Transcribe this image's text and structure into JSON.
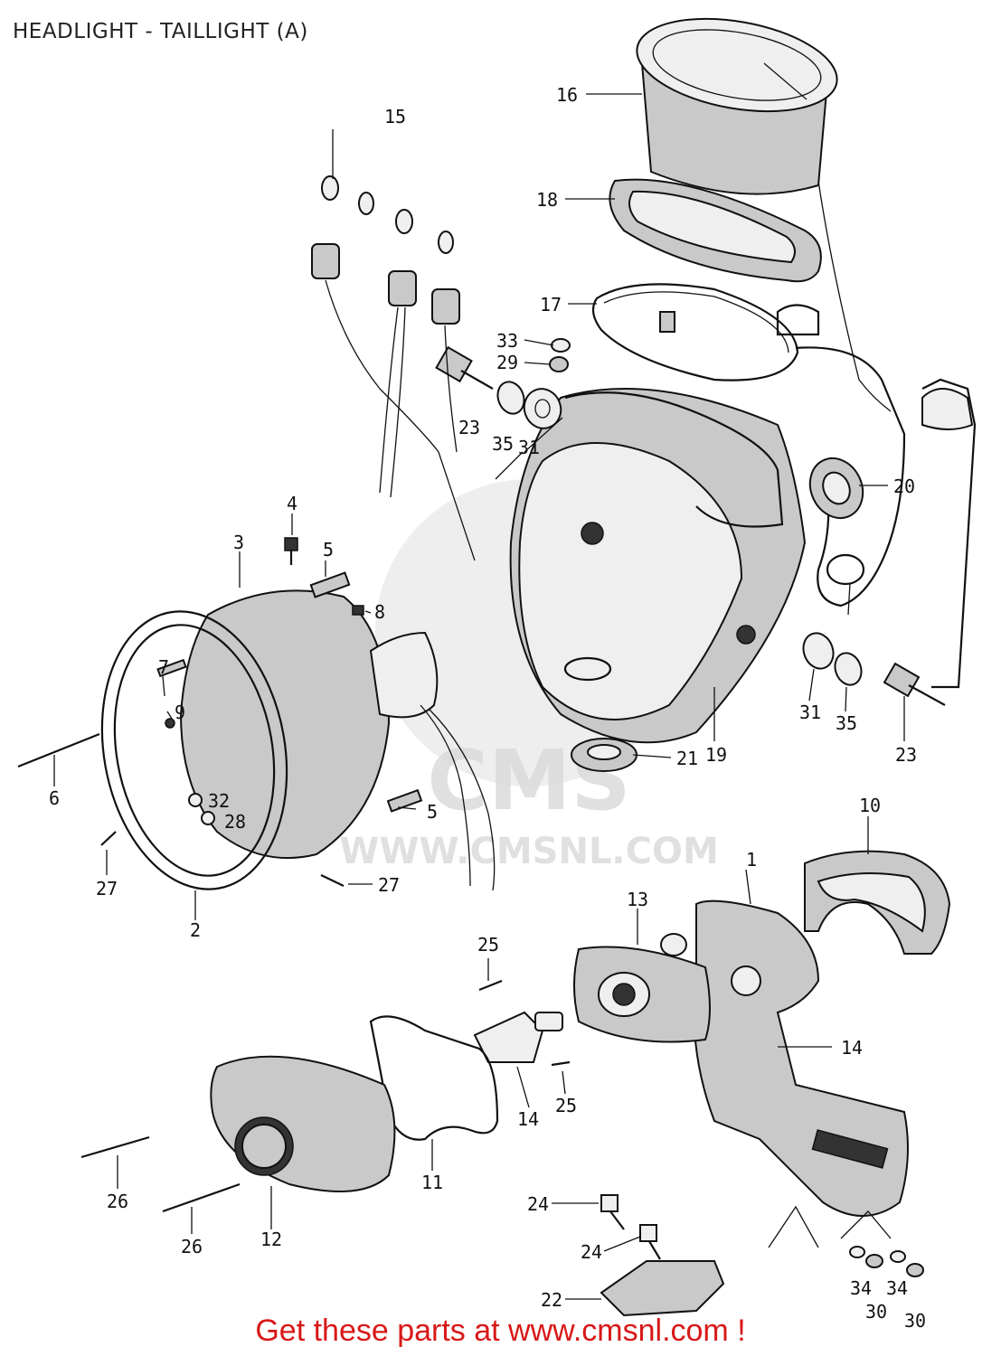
{
  "title": "HEADLIGHT - TAILLIGHT (A)",
  "watermark_text": "WWW.CMSNL.COM",
  "watermark_logo": "CMS",
  "banner": "Get these parts at www.cmsnl.com !",
  "labels": {
    "l1": "1",
    "l2": "2",
    "l3": "3",
    "l4": "4",
    "l5a": "5",
    "l5b": "5",
    "l6": "6",
    "l7": "7",
    "l8": "8",
    "l9": "9",
    "l10": "10",
    "l11": "11",
    "l12": "12",
    "l13": "13",
    "l14a": "14",
    "l14b": "14",
    "l15": "15",
    "l16": "16",
    "l17": "17",
    "l18": "18",
    "l19": "19",
    "l20": "20",
    "l21": "21",
    "l22": "22",
    "l23a": "23",
    "l23b": "23",
    "l24a": "24",
    "l24b": "24",
    "l25a": "25",
    "l25b": "25",
    "l26a": "26",
    "l26b": "26",
    "l27a": "27",
    "l27b": "27",
    "l28": "28",
    "l29": "29",
    "l30a": "30",
    "l30b": "30",
    "l31a": "31",
    "l31b": "31",
    "l32": "32",
    "l33": "33",
    "l34a": "34",
    "l34b": "34",
    "l35a": "35",
    "l35b": "35"
  },
  "colors": {
    "banner": "#d81818",
    "ink": "#111111",
    "watermark": "#d9d9d9"
  }
}
